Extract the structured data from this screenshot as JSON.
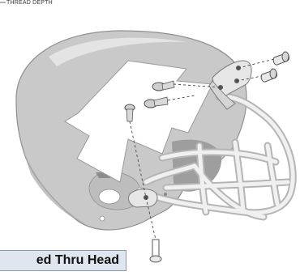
{
  "callout": {
    "label": "THREAD DEPTH"
  },
  "caption": {
    "text": "ed Thru Head"
  },
  "colors": {
    "shell": "#c9c9c9",
    "shell_shadow": "#a9a9a9",
    "shell_highlight": "#e4e4e4",
    "facemask": "#f0f0f0",
    "facemask_outline": "#b5b5b5",
    "arrow_fill": "#ffffff",
    "hardware": "#cfcfcf",
    "caption_bg": "#dfe6ef"
  },
  "parts": [
    {
      "name": "helmet-shell"
    },
    {
      "name": "facemask"
    },
    {
      "name": "top-clip"
    },
    {
      "name": "side-clip"
    },
    {
      "name": "screw"
    },
    {
      "name": "t-nut"
    }
  ]
}
